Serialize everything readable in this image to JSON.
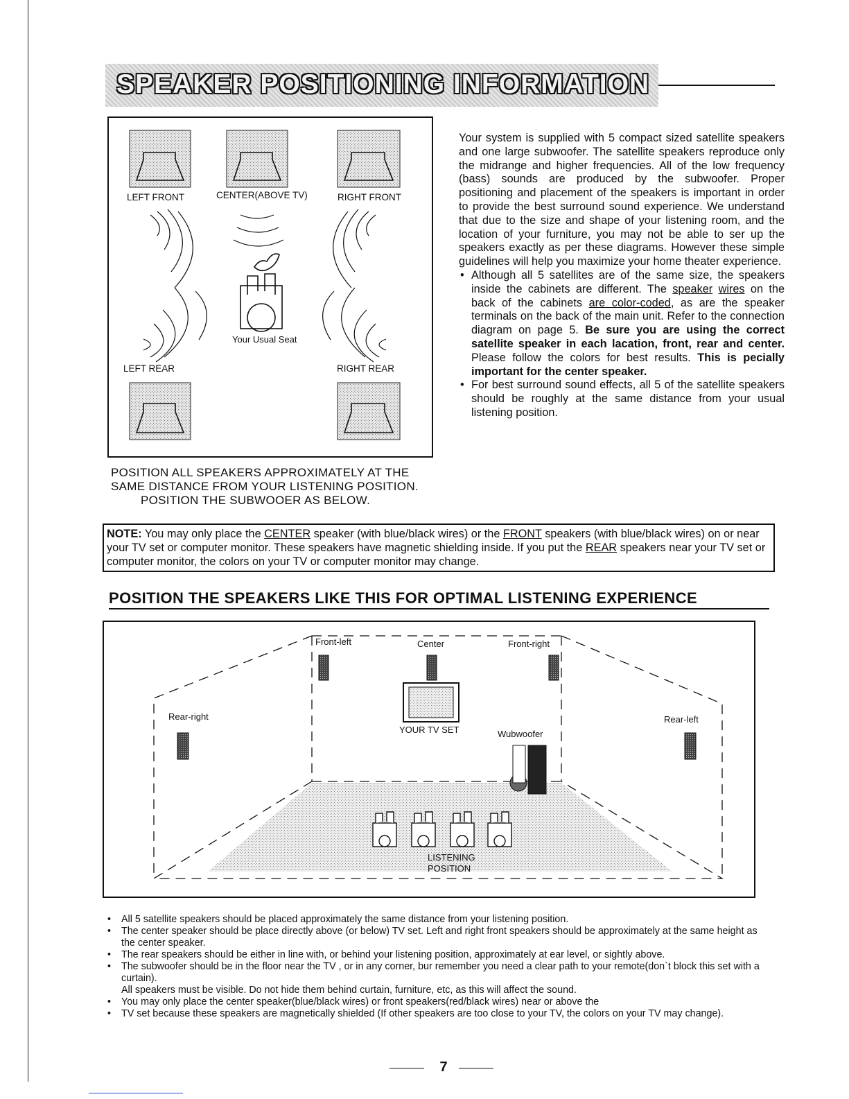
{
  "title": "SPEAKER POSITIONING INFORMATION",
  "diagram1": {
    "left_front": "LEFT FRONT",
    "center": "CENTER(ABOVE TV)",
    "right_front": "RIGHT FRONT",
    "seat": "Your Usual Seat",
    "left_rear": "LEFT REAR",
    "right_rear": "RIGHT REAR"
  },
  "caption": {
    "line1": "POSITION ALL  SPEAKERS APPROXIMATELY AT THE",
    "line2": "SAME DISTANCE FROM YOUR LISTENING POSITION.",
    "line3": "POSITION THE SUBWOOER AS BELOW."
  },
  "body": {
    "intro": "Your system is supplied with 5 compact sized satellite speakers and one large subwoofer. The satellite speakers reproduce only the midrange and higher frequencies. All of the low frequency (bass) sounds are produced by the subwoofer. Proper positioning and placement of the speakers is important in order to provide the best surround sound experience. We understand that due to the size and shape of your listening room, and the location of your furniture, you may not be able to ser up the speakers exactly as per these diagrams. However these simple guidelines will help you maximize your home theater experience.",
    "b1_a": "Although all 5 satellites are of the same size, the speakers inside the cabinets are different. The ",
    "b1_u1": "speaker",
    "b1_sp": " ",
    "b1_u2": "wires",
    "b1_b": " on the back of the cabinets ",
    "b1_u3": "are color-coded",
    "b1_c": ", as are the speaker terminals on the back of the main unit. Refer to the connection diagram on page 5. ",
    "b1_bold1": "Be sure you are using the correct satellite speaker in each lacation, front, rear and center.",
    "b1_d": " Please follow the colors for best results. ",
    "b1_bold2": "This is pecially important for the center speaker.",
    "b2": "For best surround sound effects, all 5 of the satellite speakers should be roughly at the same distance from your usual listening position."
  },
  "note": {
    "label": "NOTE:",
    "t1": " You may only place the ",
    "center": "CENTER",
    "t2": " speaker (with blue/black wires) or the ",
    "front": "FRONT",
    "t3": " speakers (with blue/black wires) on or near your TV set or computer monitor. These speakers have magnetic shielding inside. If you put the ",
    "rear": "REAR",
    "t4": " speakers near your TV set or computer monitor, the colors on your TV or computer monitor may change."
  },
  "heading2": "POSITION THE SPEAKERS LIKE THIS FOR OPTIMAL LISTENING EXPERIENCE",
  "diagram2": {
    "front_left": "Front-left",
    "center": "Center",
    "front_right": "Front-right",
    "rear_right": "Rear-right",
    "rear_left": "Rear-left",
    "tv": "YOUR TV SET",
    "woofer": "Wubwoofer",
    "listening1": "LISTENING",
    "listening2": "POSITION"
  },
  "bullets": [
    "All 5 satellite speakers should be placed approximately the same distance from your listening position.",
    "The center speaker should be place directly above (or below) TV set. Left and right front speakers should be approximately at the same height as the center speaker.",
    "The rear speakers should be either in line with, or behind your listening position, approximately at ear level, or sightly above.",
    "The subwoofer should be in the floor near the TV , or in any corner, bur remember you need a clear path to your remote(don`t block this set with a curtain).",
    "All speakers must be visible. Do not hide them behind curtain, furniture, etc, as this will affect the sound.",
    "You may only place the center speaker(blue/black wires) or front speakers(red/black wires) near or above the",
    "TV set because these speakers are magnetically shielded (If other speakers are too close to your TV, the colors on your TV may change)."
  ],
  "page_number": "7"
}
